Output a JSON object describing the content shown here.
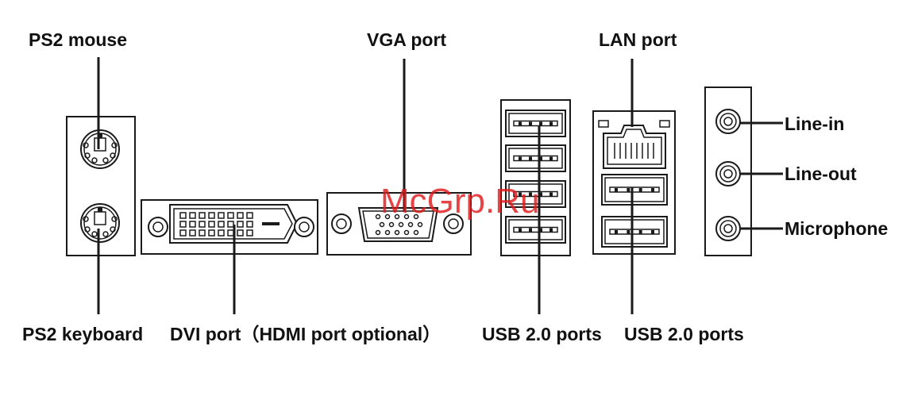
{
  "labels": {
    "ps2_mouse": "PS2 mouse",
    "vga_port": "VGA port",
    "lan_port": "LAN port",
    "line_in": "Line-in",
    "line_out": "Line-out",
    "microphone": "Microphone",
    "ps2_keyboard": "PS2 keyboard",
    "dvi_port": "DVI port（HDMI port optional）",
    "usb_ports_left": "USB 2.0 ports",
    "usb_ports_right": "USB 2.0 ports"
  },
  "watermark": "McGrp.Ru",
  "colors": {
    "line": "#1a1a1a",
    "text": "#111111",
    "watermark": "#e01b1b"
  }
}
